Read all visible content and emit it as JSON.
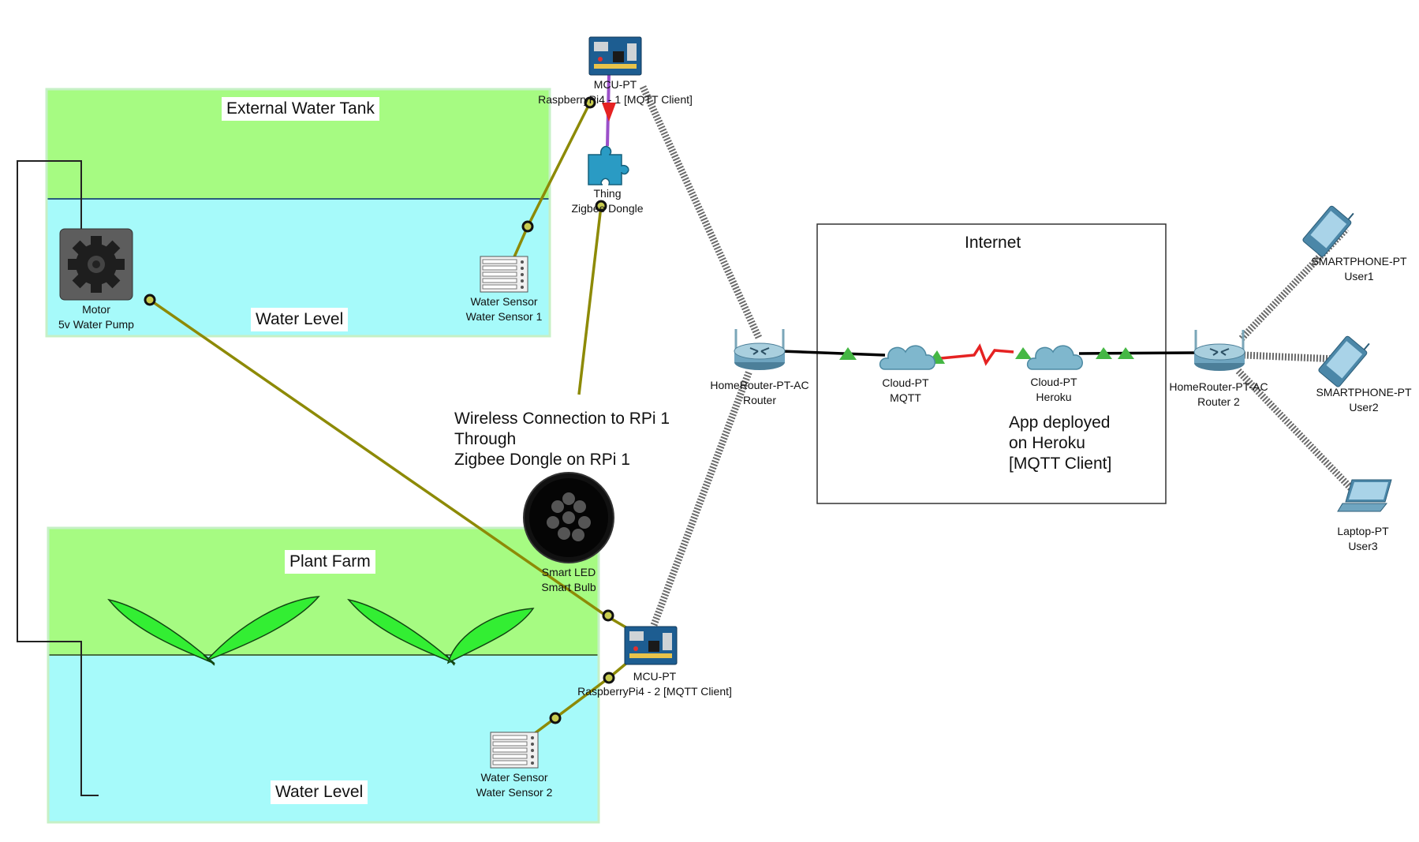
{
  "areas": {
    "external_tank_title": "External Water Tank",
    "tank_water_level": "Water Level",
    "plant_farm_title": "Plant Farm",
    "farm_water_level": "Water Level",
    "internet_title": "Internet"
  },
  "notes": {
    "wireless_line1": "Wireless Connection to RPi 1",
    "wireless_line2": "Through",
    "wireless_line3": "Zigbee Dongle on RPi 1",
    "heroku_line1": "App deployed",
    "heroku_line2": "on Heroku",
    "heroku_line3": "[MQTT Client]"
  },
  "devices": {
    "mcu1": {
      "type": "MCU-PT",
      "name": "RaspberryPi4 - 1 [MQTT Client]"
    },
    "dongle": {
      "type": "Thing",
      "name": "Zigbee Dongle"
    },
    "motor": {
      "type": "Motor",
      "name": "5v Water Pump"
    },
    "sensor1": {
      "type": "Water Sensor",
      "name": "Water Sensor 1"
    },
    "bulb": {
      "type": "Smart LED",
      "name": "Smart Bulb"
    },
    "mcu2": {
      "type": "MCU-PT",
      "name": "RaspberryPi4 - 2 [MQTT Client]"
    },
    "sensor2": {
      "type": "Water Sensor",
      "name": "Water Sensor 2"
    },
    "router1": {
      "type": "HomeRouter-PT-AC",
      "name": "Router"
    },
    "cloud_mqtt": {
      "type": "Cloud-PT",
      "name": "MQTT"
    },
    "cloud_heroku": {
      "type": "Cloud-PT",
      "name": "Heroku"
    },
    "router2": {
      "type": "HomeRouter-PT-AC",
      "name": "Router 2"
    },
    "phone1": {
      "type": "SMARTPHONE-PT",
      "name": "User1"
    },
    "phone2": {
      "type": "SMARTPHONE-PT",
      "name": "User2"
    },
    "laptop": {
      "type": "Laptop-PT",
      "name": "User3"
    }
  },
  "colors": {
    "tank_air": "#a6fb82",
    "water": "#a6fafa",
    "iot_link": "#8d8a06",
    "ethernet": "#000000",
    "serial_link": "#e52222",
    "link_up": "#45b744",
    "leaf": "#33ee33",
    "usb_link": "#9b4fc9"
  }
}
